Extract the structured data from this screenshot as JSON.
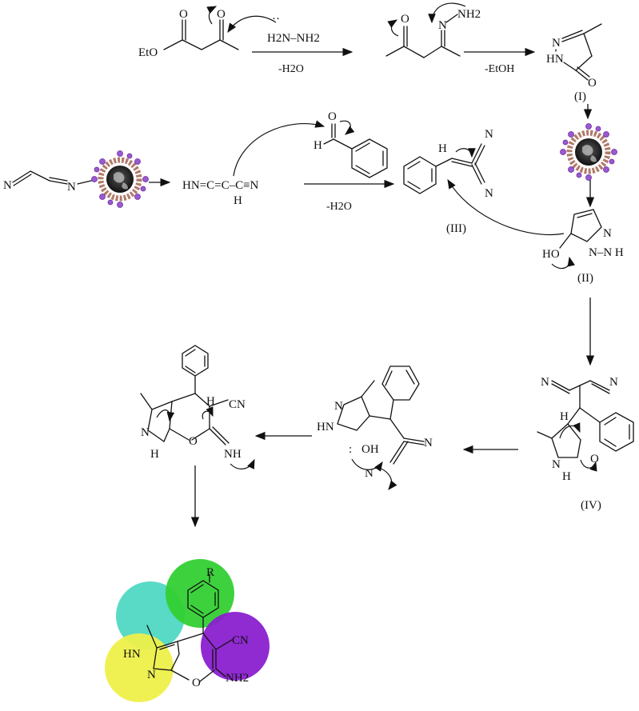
{
  "reagents": {
    "hydrazine": "H2N–NH2",
    "ester": "EtO",
    "malononitrile_cn": "N",
    "ylide": "HN=C=C–C≡N",
    "ylide_h": "H",
    "aldehyde_h": "H",
    "aldehyde_o": "O"
  },
  "conditions": {
    "step1": "-H2O",
    "step2": "-EtOH",
    "step3": "-H2O"
  },
  "labels": {
    "I": "(I)",
    "II": "(II)",
    "III": "(III)",
    "IV": "(IV)"
  },
  "atoms": {
    "n": "N",
    "hn": "HN",
    "ho": "HO",
    "oh": "OH",
    "o": "O",
    "h": "H",
    "nh": "NH",
    "nh2": "NH2",
    "cn": "CN",
    "r": "R",
    "nh_ring": "N–N H"
  },
  "colors": {
    "catalyst_dark": "#1c1c1c",
    "catalyst_shell": "#b07a6a",
    "catalyst_ball": "#9b59d0",
    "circle_cyan": "#4fd8c3",
    "circle_green": "#33d033",
    "circle_purple": "#8a1fcf",
    "circle_yellow": "#eef04a"
  },
  "icons": [
    "nanocatalyst-icon"
  ]
}
